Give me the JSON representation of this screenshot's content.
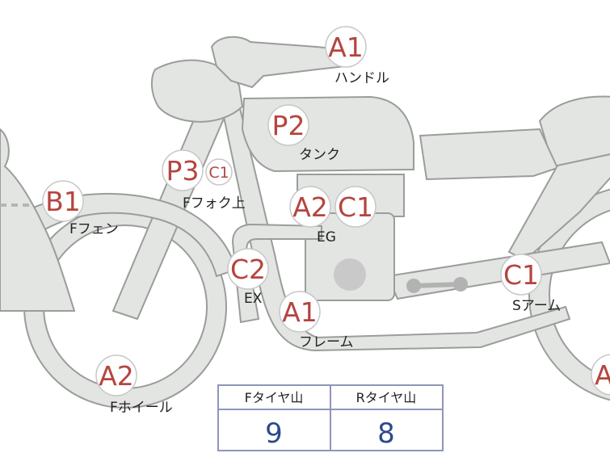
{
  "colors": {
    "part_fill": "#e3e5e3",
    "part_stroke": "#9a9d9a",
    "grade_text": "#b5453f",
    "tread_value": "#2c4a8c",
    "table_border": "#8e96b8"
  },
  "parts": {
    "handle": {
      "grade": "A1",
      "label": "ハンドル"
    },
    "tank": {
      "grade": "P2",
      "label": "タンク"
    },
    "front_fork_top": {
      "grade": "P3",
      "grade_sub": "C1",
      "label": "Fフォク上"
    },
    "front_fender": {
      "grade": "B1",
      "label": "Fフェン"
    },
    "engine": {
      "grade": "A2",
      "grade_sub": "C1",
      "label": "EG"
    },
    "exhaust": {
      "grade": "C2",
      "label": "EX"
    },
    "frame": {
      "grade": "A1",
      "label": "フレーム"
    },
    "swing_arm": {
      "grade": "C1",
      "label": "Sアーム"
    },
    "front_wheel": {
      "grade": "A2",
      "label": "Fホイール"
    },
    "rear_wheel": {
      "grade": "A"
    }
  },
  "tread_table": {
    "front_header": "Fタイヤ山",
    "rear_header": "Rタイヤ山",
    "front_value": "9",
    "rear_value": "8"
  }
}
